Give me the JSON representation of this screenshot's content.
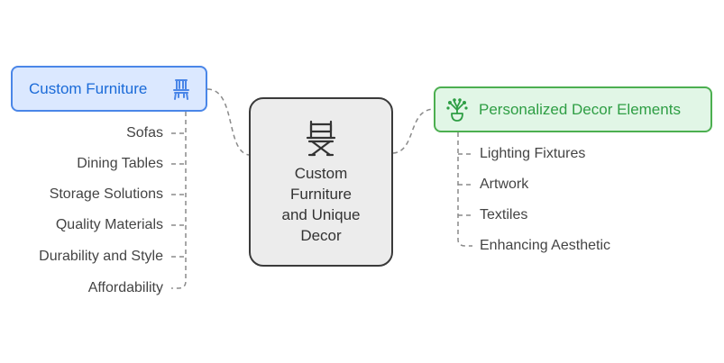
{
  "center": {
    "lines": [
      "Custom",
      "Furniture",
      "and Unique",
      "Decor"
    ],
    "icon": "directors-chair-icon"
  },
  "left": {
    "title": "Custom Furniture",
    "icon": "chair-icon",
    "color": "#4a86e8",
    "items": [
      "Sofas",
      "Dining Tables",
      "Storage Solutions",
      "Quality Materials",
      "Durability and Style",
      "Affordability"
    ]
  },
  "right": {
    "title": "Personalized Decor Elements",
    "icon": "plant-vase-icon",
    "color": "#4caf50",
    "items": [
      "Lighting Fixtures",
      "Artwork",
      "Textiles",
      "Enhancing Aesthetic"
    ]
  }
}
